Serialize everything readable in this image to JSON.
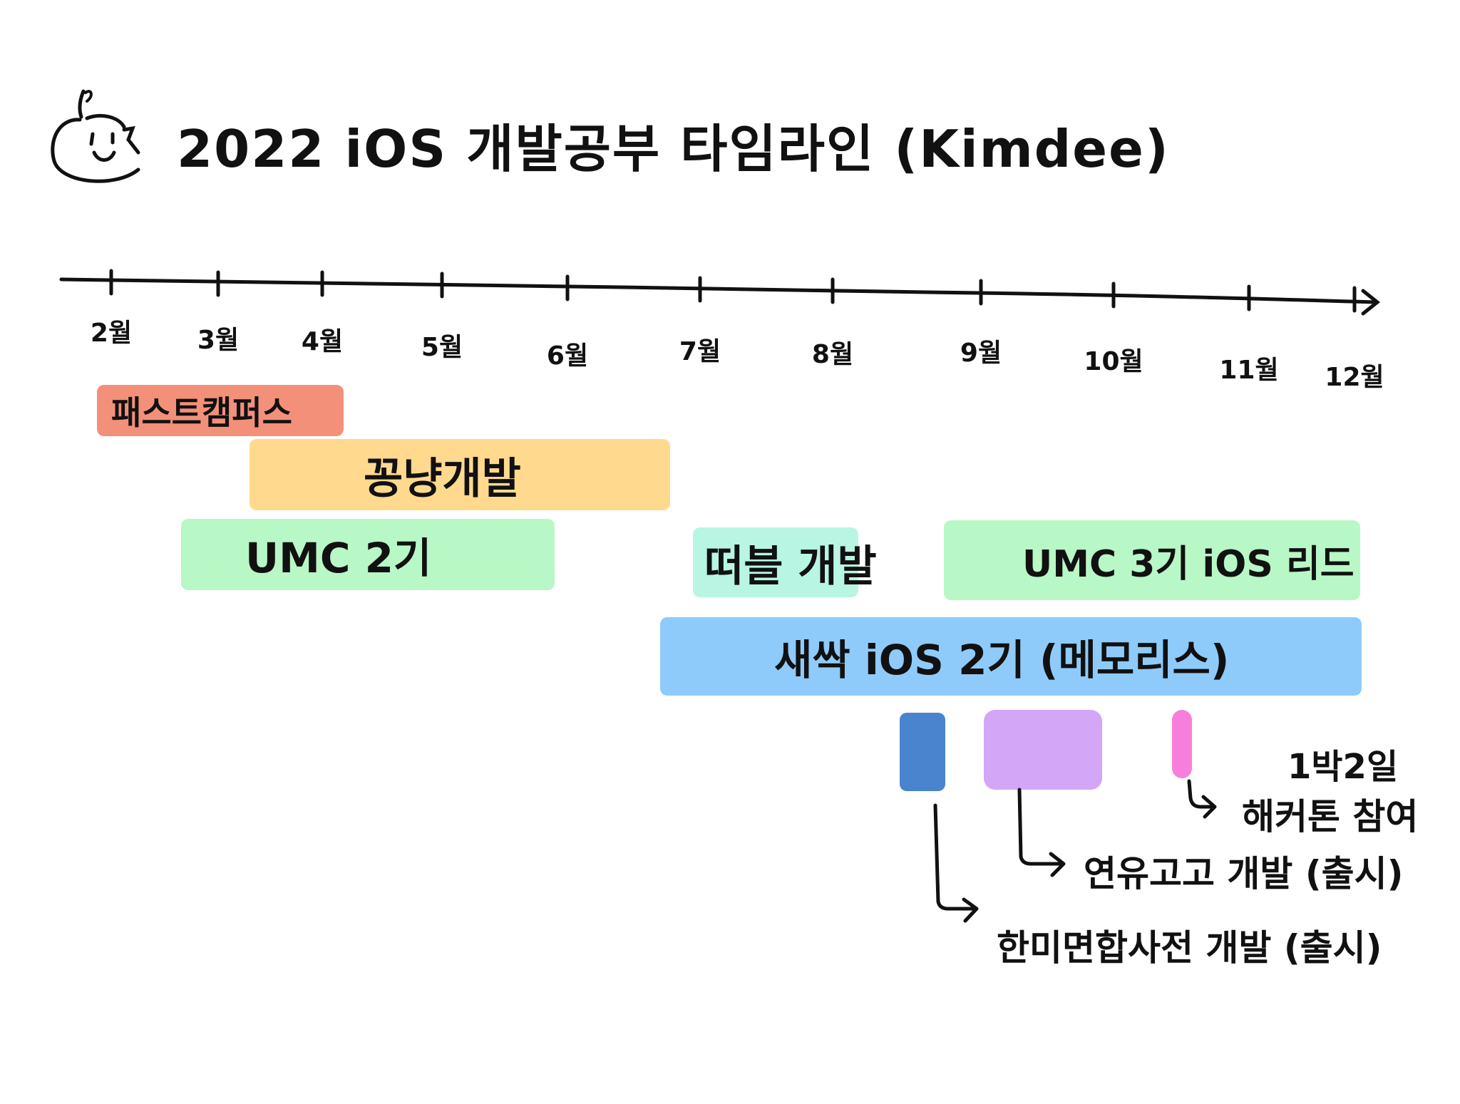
{
  "title": "2022 iOS 개발공부 타임라인 (Kimdee)",
  "logo_icon": "apple-face-icon",
  "months": [
    "2월",
    "3월",
    "4월",
    "5월",
    "6월",
    "7월",
    "8월",
    "9월",
    "10월",
    "11월",
    "12월"
  ],
  "bars": [
    {
      "label": "패스트캠퍼스",
      "color": "#F3907A",
      "start": "2월",
      "end": "4월"
    },
    {
      "label": "꽁냥개발",
      "color": "#FFD98E",
      "start": "3월",
      "end": "7월"
    },
    {
      "label": "UMC  2기",
      "color": "#B8F7C6",
      "start": "2월",
      "end": "6월"
    },
    {
      "label": "떠블 개발",
      "color": "#B8F5E3",
      "start": "7월",
      "end": "8월"
    },
    {
      "label": "UMC  3기  iOS 리드",
      "color": "#B8F7C6",
      "start": "9월",
      "end": "12월"
    },
    {
      "label": "새싹 iOS  2기  (메모리스)",
      "color": "#8FCBFA",
      "start": "7월",
      "end": "12월"
    }
  ],
  "blocks": [
    {
      "color": "#4A84CF"
    },
    {
      "color": "#D4A6F7"
    },
    {
      "color": "#F77FDC"
    }
  ],
  "notes": {
    "hackathon_line1": "1박2일",
    "hackathon_line2": "해커톤 참여",
    "yeonyugo": "연유고고 개발 (출시)",
    "dictionary": "한미면합사전 개발 (출시)"
  }
}
